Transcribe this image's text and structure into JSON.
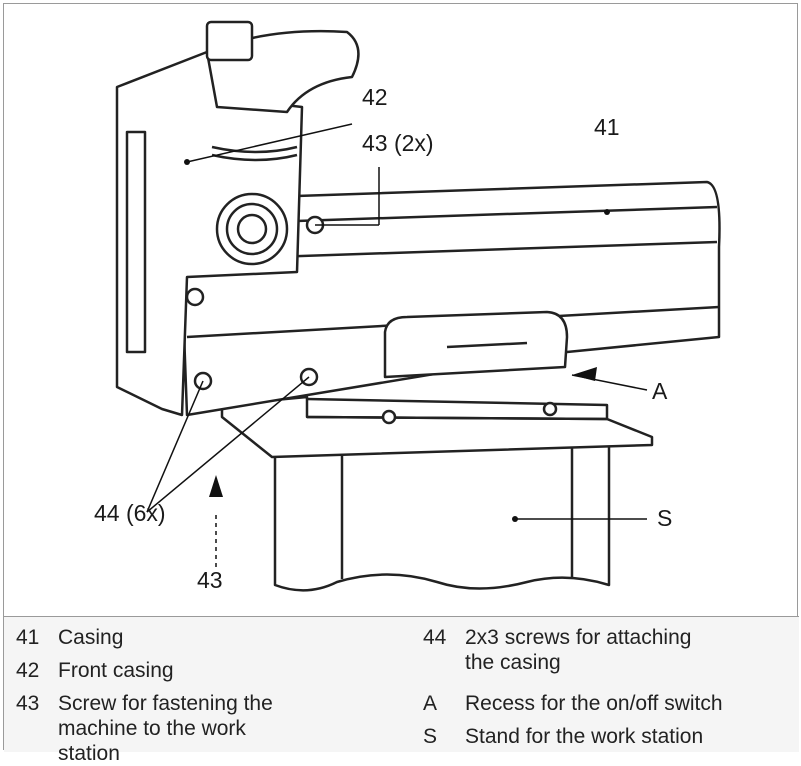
{
  "callouts": {
    "c42": "42",
    "c41": "41",
    "c43_2x": "43 (2x)",
    "cA": "A",
    "c44_6x": "44 (6x)",
    "cS": "S",
    "c43": "43"
  },
  "legend": {
    "left": [
      {
        "key": "41",
        "text": "Casing"
      },
      {
        "key": "42",
        "text": "Front casing"
      },
      {
        "key": "43",
        "text": "Screw for fastening the machine to the work station"
      }
    ],
    "right": [
      {
        "key": "44",
        "text": "2x3 screws for attaching the casing"
      },
      {
        "key": "A",
        "text": "Recess for the on/off switch"
      },
      {
        "key": "S",
        "text": "Stand for the work station"
      }
    ]
  }
}
